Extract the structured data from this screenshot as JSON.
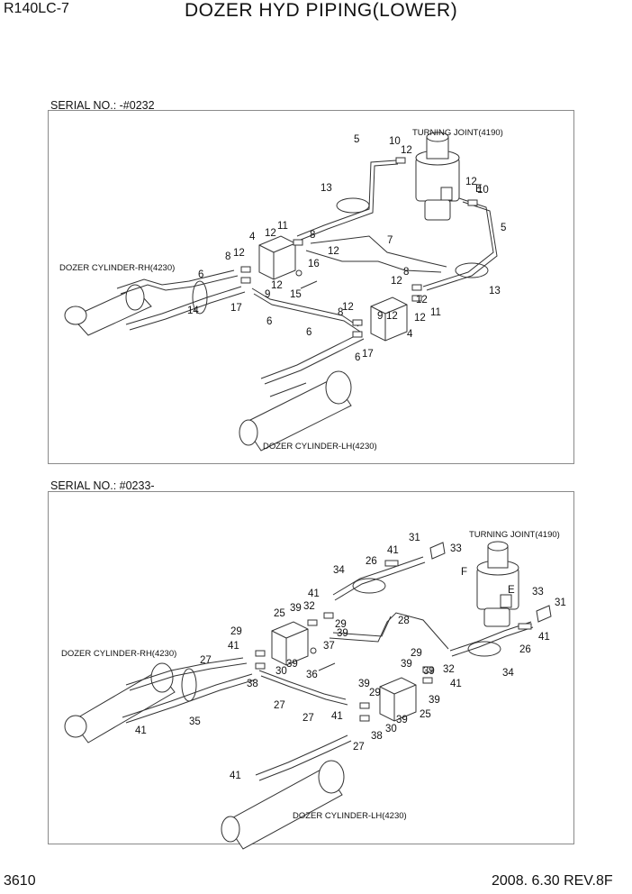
{
  "header": {
    "model": "R140LC-7",
    "title": "DOZER HYD PIPING(LOWER)"
  },
  "sections": [
    {
      "serial": "SERIAL NO.: -#0232",
      "captions": {
        "turning_joint": "TURNING JOINT(4190)",
        "cylinder_rh": "DOZER CYLINDER-RH(4230)",
        "cylinder_lh": "DOZER CYLINDER-LH(4230)"
      },
      "port_marks": [
        "E"
      ]
    },
    {
      "serial": "SERIAL NO.: #0233-",
      "captions": {
        "turning_joint": "TURNING JOINT(4190)",
        "cylinder_rh": "DOZER CYLINDER-RH(4230)",
        "cylinder_lh": "DOZER CYLINDER-LH(4230)"
      },
      "port_marks": [
        "F",
        "E"
      ]
    }
  ],
  "footer": {
    "page": "3610",
    "revision": "2008. 6.30  REV.8F"
  }
}
